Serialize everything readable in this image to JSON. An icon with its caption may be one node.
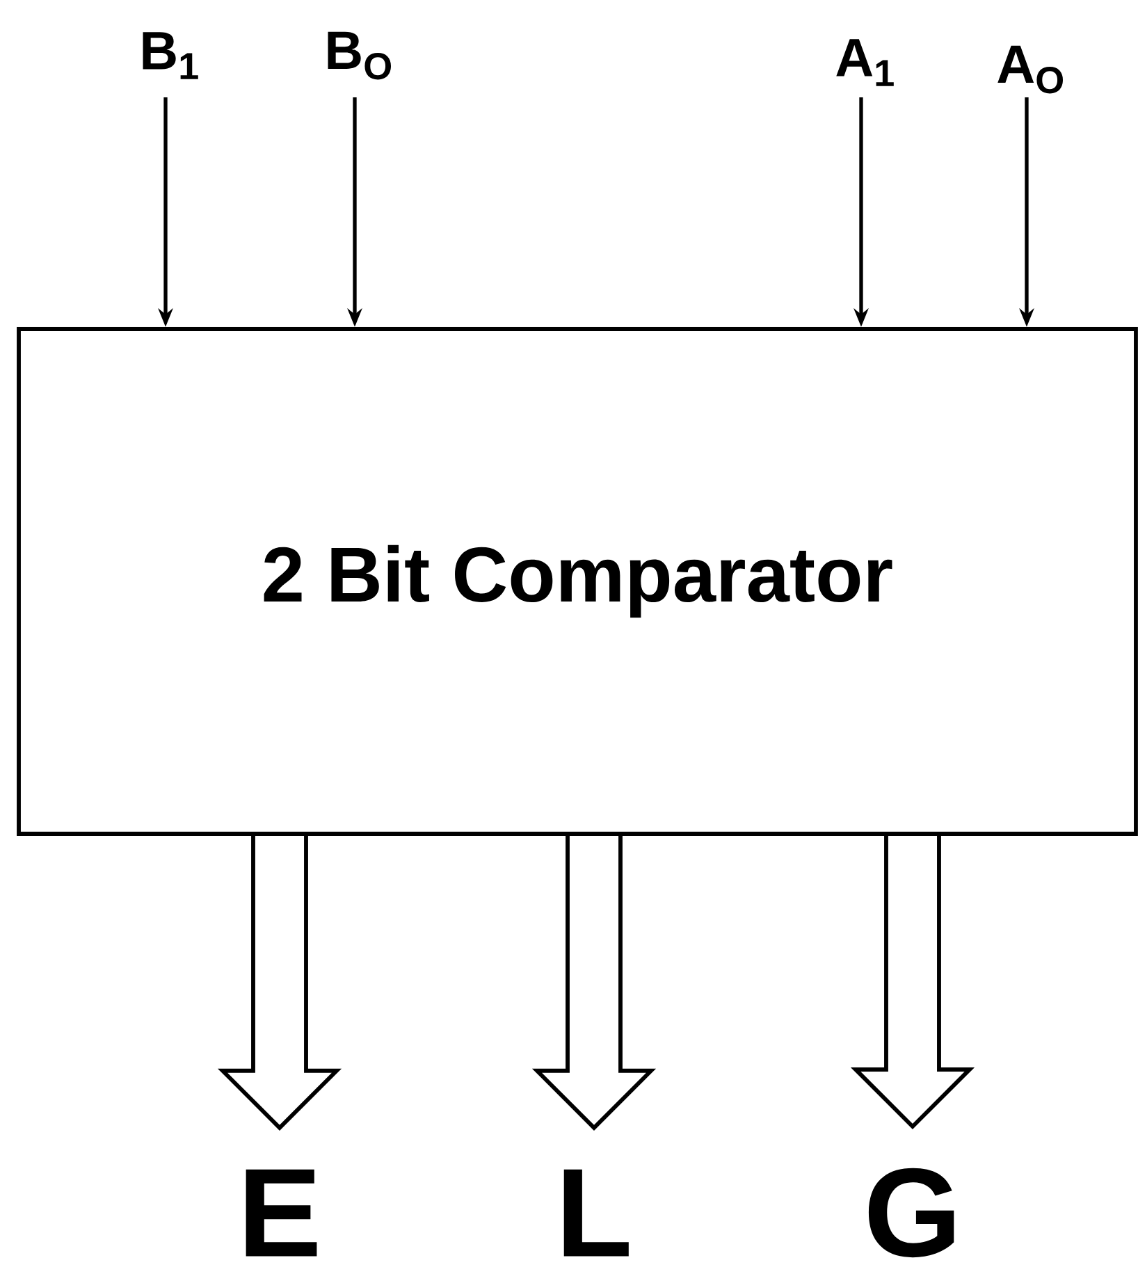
{
  "diagram": {
    "nodes": [
      {
        "text": [
          "2 Bit Comparator"
        ]
      },
      {
        "text": [
          "B$_{1}$"
        ]
      },
      {
        "text": [
          "B$_{O}$"
        ]
      },
      {
        "text": [
          "A$_{1}$"
        ]
      },
      {
        "text": [
          "A$_{O}$"
        ]
      },
      {
        "text": [
          "E"
        ]
      },
      {
        "text": [
          "L"
        ]
      },
      {
        "text": [
          "G"
        ]
      }
    ],
    "edges": [
      {
        "from": 1,
        "to": 0,
        "arrow": "to"
      },
      {
        "from": 2,
        "to": 0,
        "arrow": "to"
      },
      {
        "from": 3,
        "to": 0,
        "arrow": "to"
      },
      {
        "from": 4,
        "to": 0,
        "arrow": "to"
      },
      {
        "from": 0,
        "to": 5,
        "arrow": "to",
        "style": "thick"
      },
      {
        "from": 0,
        "to": 6,
        "arrow": "to",
        "style": "thick"
      },
      {
        "from": 0,
        "to": 7,
        "arrow": "to",
        "style": "thick"
      }
    ]
  }
}
